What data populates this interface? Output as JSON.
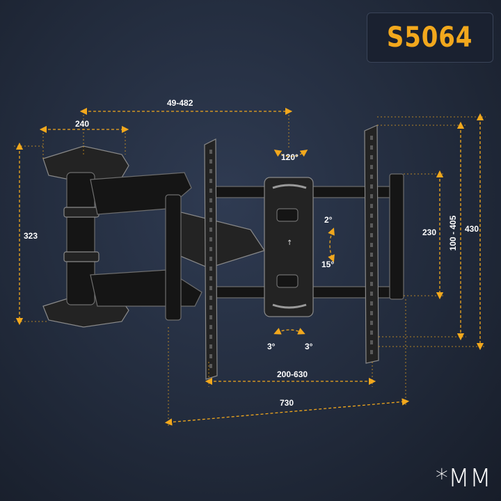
{
  "model": "S5064",
  "unit_note": "*MM",
  "dimensions": {
    "arm_extension": "49-482",
    "wall_plate_width": "240",
    "wall_plate_height": "323",
    "swivel": "120°",
    "tilt_up": "2°",
    "tilt_down": "15°",
    "vesa_vertical": "230",
    "vesa_vertical_range": "100 - 405",
    "bracket_height": "430",
    "rotate_left": "3°",
    "rotate_right": "3°",
    "vesa_horizontal": "200-630",
    "bracket_width": "730"
  },
  "colors": {
    "accent": "#f2a81d",
    "background": "#222b3c",
    "text": "#ffffff"
  }
}
